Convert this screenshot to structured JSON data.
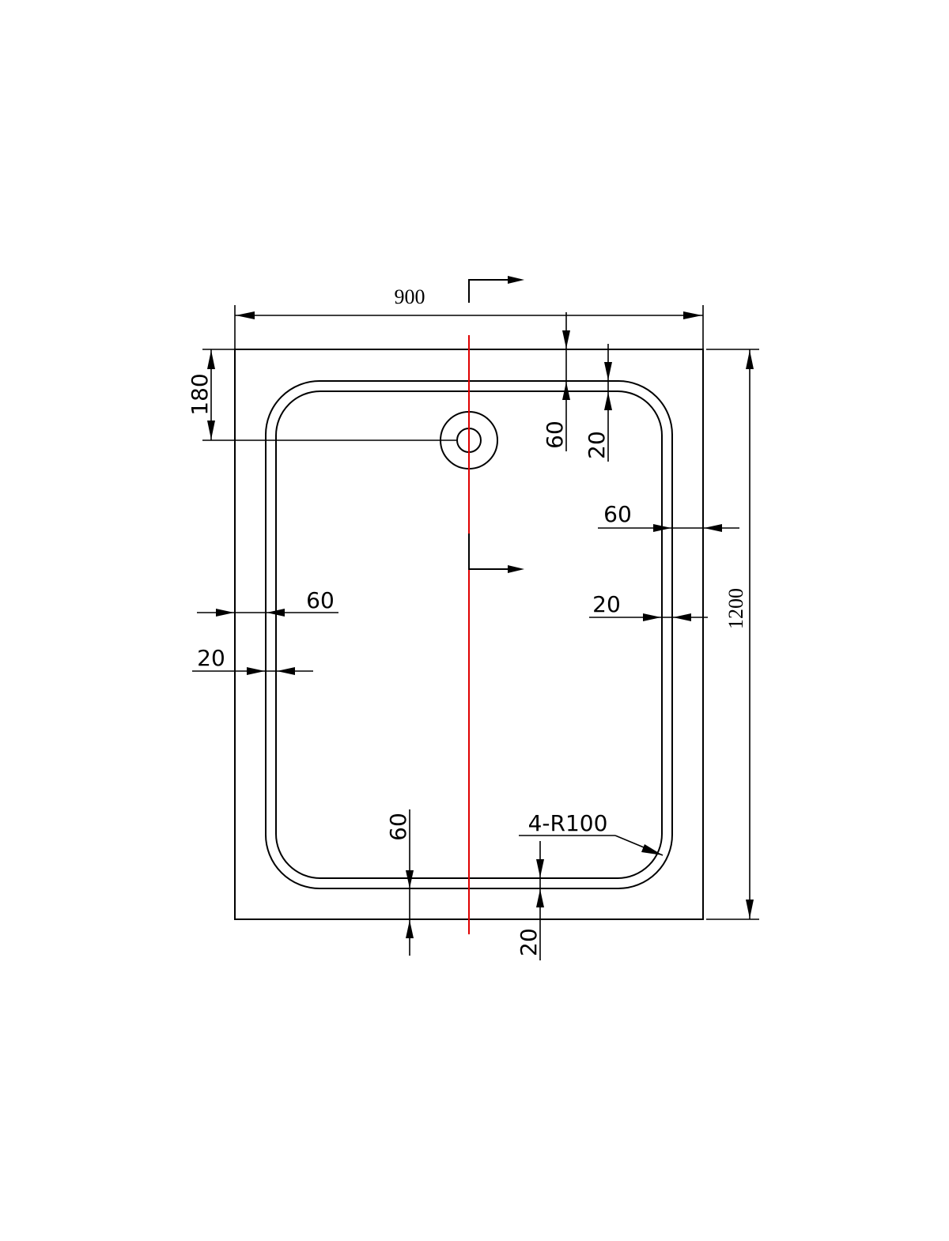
{
  "drawing": {
    "colors": {
      "line": "#000000",
      "section_line": "#e00000",
      "background": "#ffffff"
    },
    "dimensions": {
      "overall_width": "900",
      "overall_length": "1200",
      "drain_offset": "180",
      "top_rim_width": "60",
      "top_lip_width": "20",
      "right_rim_width": "60",
      "right_lip_width": "20",
      "left_rim_width": "60",
      "left_lip_width": "20",
      "bottom_rim_width": "60",
      "bottom_lip_width": "20",
      "corner_radius": "4-R100"
    }
  }
}
